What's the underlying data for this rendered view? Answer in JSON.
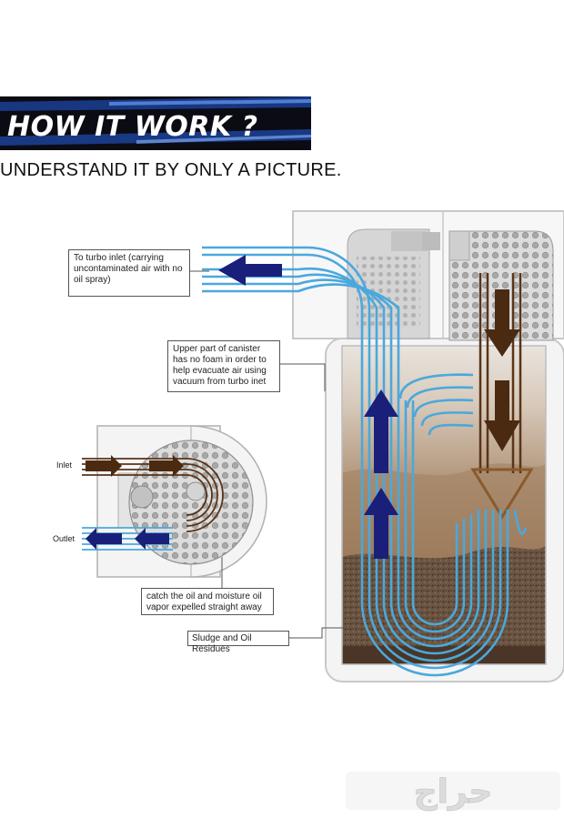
{
  "banner": {
    "title": "HOW IT WORK ?"
  },
  "subtitle": "UNDERSTAND IT BY ONLY A PICTURE.",
  "callouts": {
    "turbo_inlet": "To turbo inlet (carrying uncontaminated air with no oil spray)",
    "upper_part": "Upper part of canister has no foam in order to help evacuate air using vacuum from turbo inet",
    "catch_oil": "catch the oil and moisture oil vapor expelled straight away",
    "sludge": "Sludge and Oil Residues"
  },
  "inset": {
    "inlet_label": "Inlet",
    "outlet_label": "Outlet"
  },
  "watermark": "حراج",
  "colors": {
    "clean_air": "#4aa8dc",
    "oily_air": "#5a3418",
    "arrow_blue": "#1a1f7a",
    "banner_bg": "#0b0b14",
    "canister_line": "#c8c8c8"
  }
}
